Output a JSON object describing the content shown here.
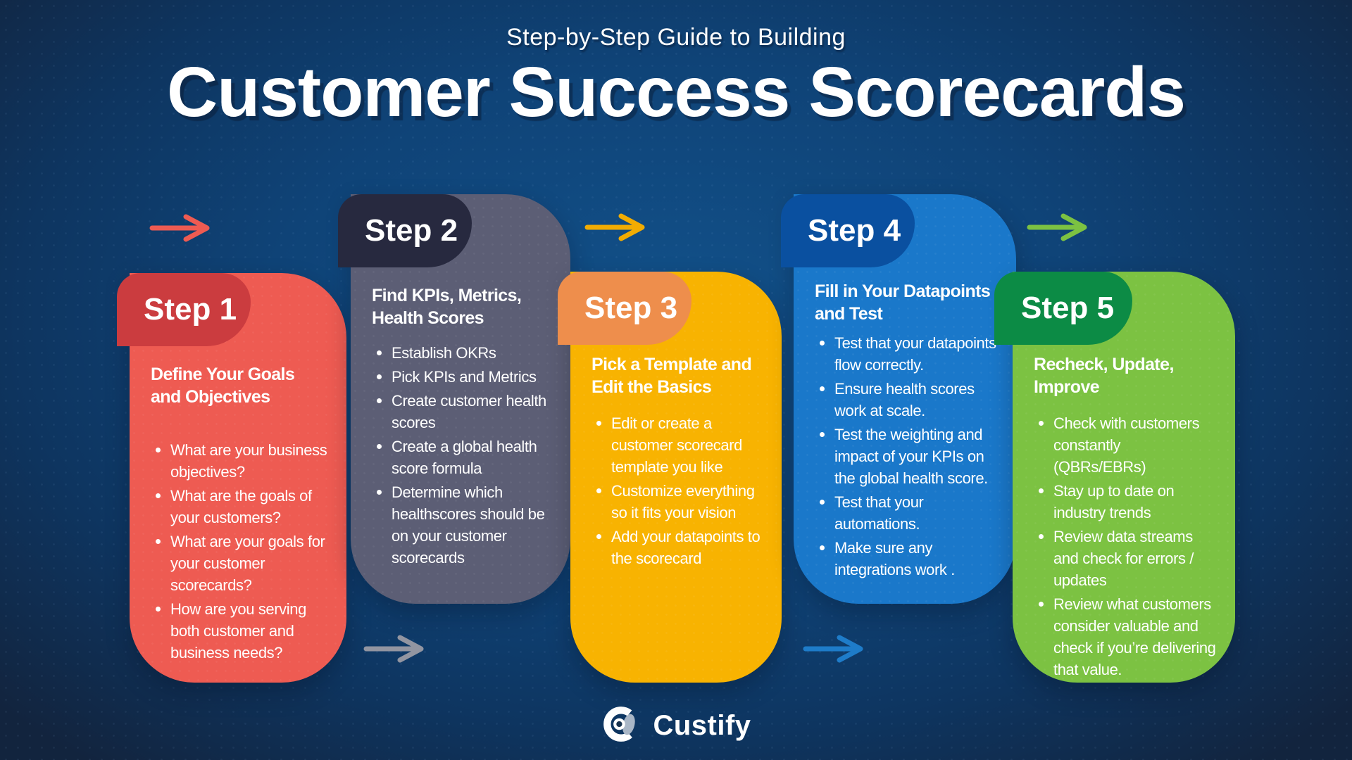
{
  "header": {
    "subtitle": "Step-by-Step Guide to Building",
    "title": "Customer Success Scorecards"
  },
  "steps": [
    {
      "label": "Step 1",
      "heading": "Define Your Goals and Objectives",
      "bullets": [
        "What are your business objectives?",
        "What are the goals of your customers?",
        "What are your goals for your customer scorecards?",
        "How are you serving both customer and business needs?"
      ],
      "body_color": "#EE5B52",
      "tab_color": "#CB3C3F"
    },
    {
      "label": "Step 2",
      "heading": "Find KPIs, Metrics, Health Scores",
      "bullets": [
        "Establish OKRs",
        "Pick KPIs and Metrics",
        "Create customer health scores",
        "Create a global health score formula",
        "Determine which healthscores should be on your customer scorecards"
      ],
      "body_color": "#5C5E75",
      "tab_color": "#27293F"
    },
    {
      "label": "Step 3",
      "heading": "Pick a Template and Edit the Basics",
      "bullets": [
        "Edit or create a customer scorecard template you like",
        "Customize everything so it fits your vision",
        "Add your datapoints to the scorecard"
      ],
      "body_color": "#F8B301",
      "tab_color": "#EE8E4C"
    },
    {
      "label": "Step 4",
      "heading": "Fill in Your Datapoints and Test",
      "bullets": [
        "Test that your datapoints flow correctly.",
        "Ensure health scores work  at scale.",
        "Test the weighting and impact of your KPIs on the global health score.",
        "Test that your automations.",
        "Make sure any integrations work ."
      ],
      "body_color": "#1A78CA",
      "tab_color": "#0A50A0"
    },
    {
      "label": "Step 5",
      "heading": "Recheck, Update, Improve",
      "bullets": [
        "Check with customers constantly (QBRs/EBRs)",
        "Stay up to date on industry trends",
        "Review data streams and check for errors / updates",
        "Review what customers consider valuable and check if you’re delivering that value."
      ],
      "body_color": "#7CC242",
      "tab_color": "#0C8B45"
    }
  ],
  "arrows": [
    {
      "name": "arrow-top-left",
      "color": "#EE5B52"
    },
    {
      "name": "arrow-top-middle",
      "color": "#F2AC02"
    },
    {
      "name": "arrow-top-right",
      "color": "#7CC242"
    },
    {
      "name": "arrow-bottom-left",
      "color": "#9295A1"
    },
    {
      "name": "arrow-bottom-right",
      "color": "#1E7CC9"
    }
  ],
  "footer": {
    "brand": "Custify"
  },
  "colors": {
    "background_center": "#0F4377",
    "background_edge": "#12243E",
    "text": "#FFFFFF"
  }
}
